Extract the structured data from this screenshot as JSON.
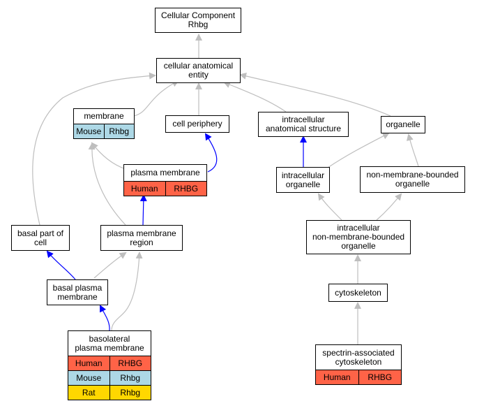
{
  "nodes": {
    "root": "Cellular Component\nRhbg",
    "cae": "cellular anatomical\nentity",
    "membrane": "membrane",
    "cellperiphery": "cell periphery",
    "ias": "intracellular\nanatomical structure",
    "organelle": "organelle",
    "plasmamembrane": "plasma membrane",
    "intraorg": "intracellular\norganelle",
    "nmbo": "non-membrane-bounded\norganelle",
    "basalpart": "basal part of\ncell",
    "pmr": "plasma membrane\nregion",
    "inmbo": "intracellular\nnon-membrane-bounded\norganelle",
    "bpm": "basal plasma\nmembrane",
    "cytoskeleton": "cytoskeleton",
    "blpm": "basolateral\nplasma membrane",
    "sac": "spectrin-associated\ncytoskeleton"
  },
  "annotations": {
    "membrane": [
      {
        "species": "Mouse",
        "gene": "Rhbg"
      }
    ],
    "plasmamembrane": [
      {
        "species": "Human",
        "gene": "RHBG"
      }
    ],
    "blpm": [
      {
        "species": "Human",
        "gene": "RHBG"
      },
      {
        "species": "Mouse",
        "gene": "Rhbg"
      },
      {
        "species": "Rat",
        "gene": "Rhbg"
      }
    ],
    "sac": [
      {
        "species": "Human",
        "gene": "RHBG"
      }
    ]
  },
  "colors": {
    "human": "#FF6347",
    "mouse": "#ADD8E6",
    "rat": "#FFD700",
    "is_a_edge": "#BEBEBE",
    "part_of_edge": "#0000FF"
  }
}
